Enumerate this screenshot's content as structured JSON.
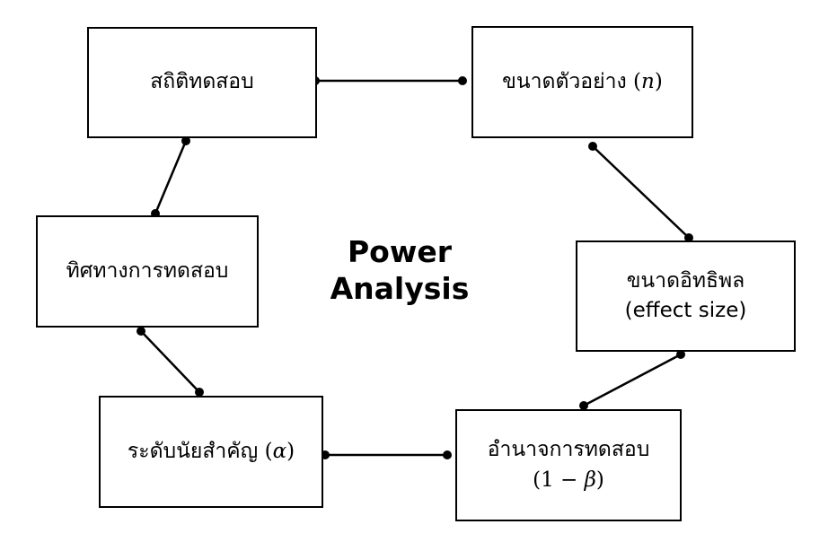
{
  "title": {
    "line1": "Power",
    "line2": "Analysis"
  },
  "nodes": {
    "test_statistic": {
      "label": "สถิติทดสอบ"
    },
    "sample_size": {
      "label": "ขนาดตัวอย่าง",
      "symbol": "n"
    },
    "effect_size": {
      "label_th": "ขนาดอิทธิพล",
      "label_en": "(effect size)"
    },
    "test_power": {
      "label": "อำนาจการทดสอบ",
      "formula_prefix": "1 − ",
      "symbol": "β"
    },
    "significance": {
      "label": "ระดับนัยสำคัญ",
      "symbol": "α"
    },
    "test_direction": {
      "label": "ทิศทางการทดสอบ"
    }
  },
  "connections": [
    [
      "test_statistic",
      "sample_size"
    ],
    [
      "sample_size",
      "effect_size"
    ],
    [
      "effect_size",
      "test_power"
    ],
    [
      "test_power",
      "significance"
    ],
    [
      "significance",
      "test_direction"
    ],
    [
      "test_direction",
      "test_statistic"
    ]
  ]
}
